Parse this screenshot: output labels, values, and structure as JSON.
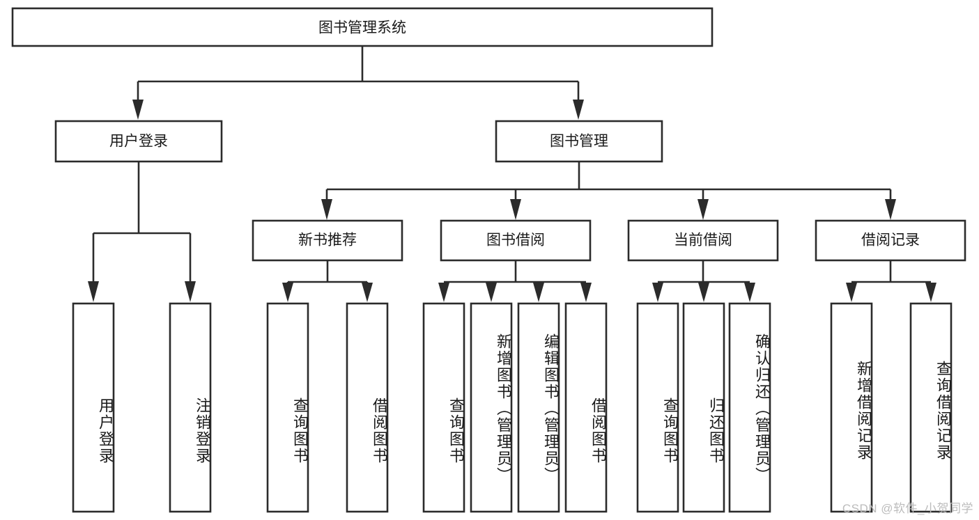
{
  "diagram": {
    "title": "图书管理系统",
    "type": "tree-hierarchy",
    "orientation": "top-down",
    "colors": {
      "box_stroke": "#2b2b2b",
      "box_fill": "#ffffff",
      "connector": "#2b2b2b",
      "text": "#1a1a1a",
      "background": "#ffffff",
      "watermark": "#bcbcbc"
    },
    "root": {
      "label": "图书管理系统"
    },
    "level2": [
      {
        "label": "用户登录"
      },
      {
        "label": "图书管理"
      }
    ],
    "level3": [
      {
        "label": "新书推荐"
      },
      {
        "label": "图书借阅"
      },
      {
        "label": "当前借阅"
      },
      {
        "label": "借阅记录"
      }
    ],
    "leaves": {
      "user_login": [
        {
          "label": "用户登录"
        },
        {
          "label": "注销登录"
        }
      ],
      "new_book_recommend": [
        {
          "label": "查询图书"
        },
        {
          "label": "借阅图书"
        }
      ],
      "book_borrow": [
        {
          "label": "查询图书"
        },
        {
          "label": "新增图书（管理员）"
        },
        {
          "label": "编辑图书（管理员）"
        },
        {
          "label": "借阅图书"
        }
      ],
      "current_borrow": [
        {
          "label": "查询图书"
        },
        {
          "label": "归还图书"
        },
        {
          "label": "确认归还（管理员）"
        }
      ],
      "borrow_record": [
        {
          "label": "新增借阅记录"
        },
        {
          "label": "查询借阅记录"
        }
      ]
    },
    "watermark": "CSDN @软件_小贺同学"
  }
}
